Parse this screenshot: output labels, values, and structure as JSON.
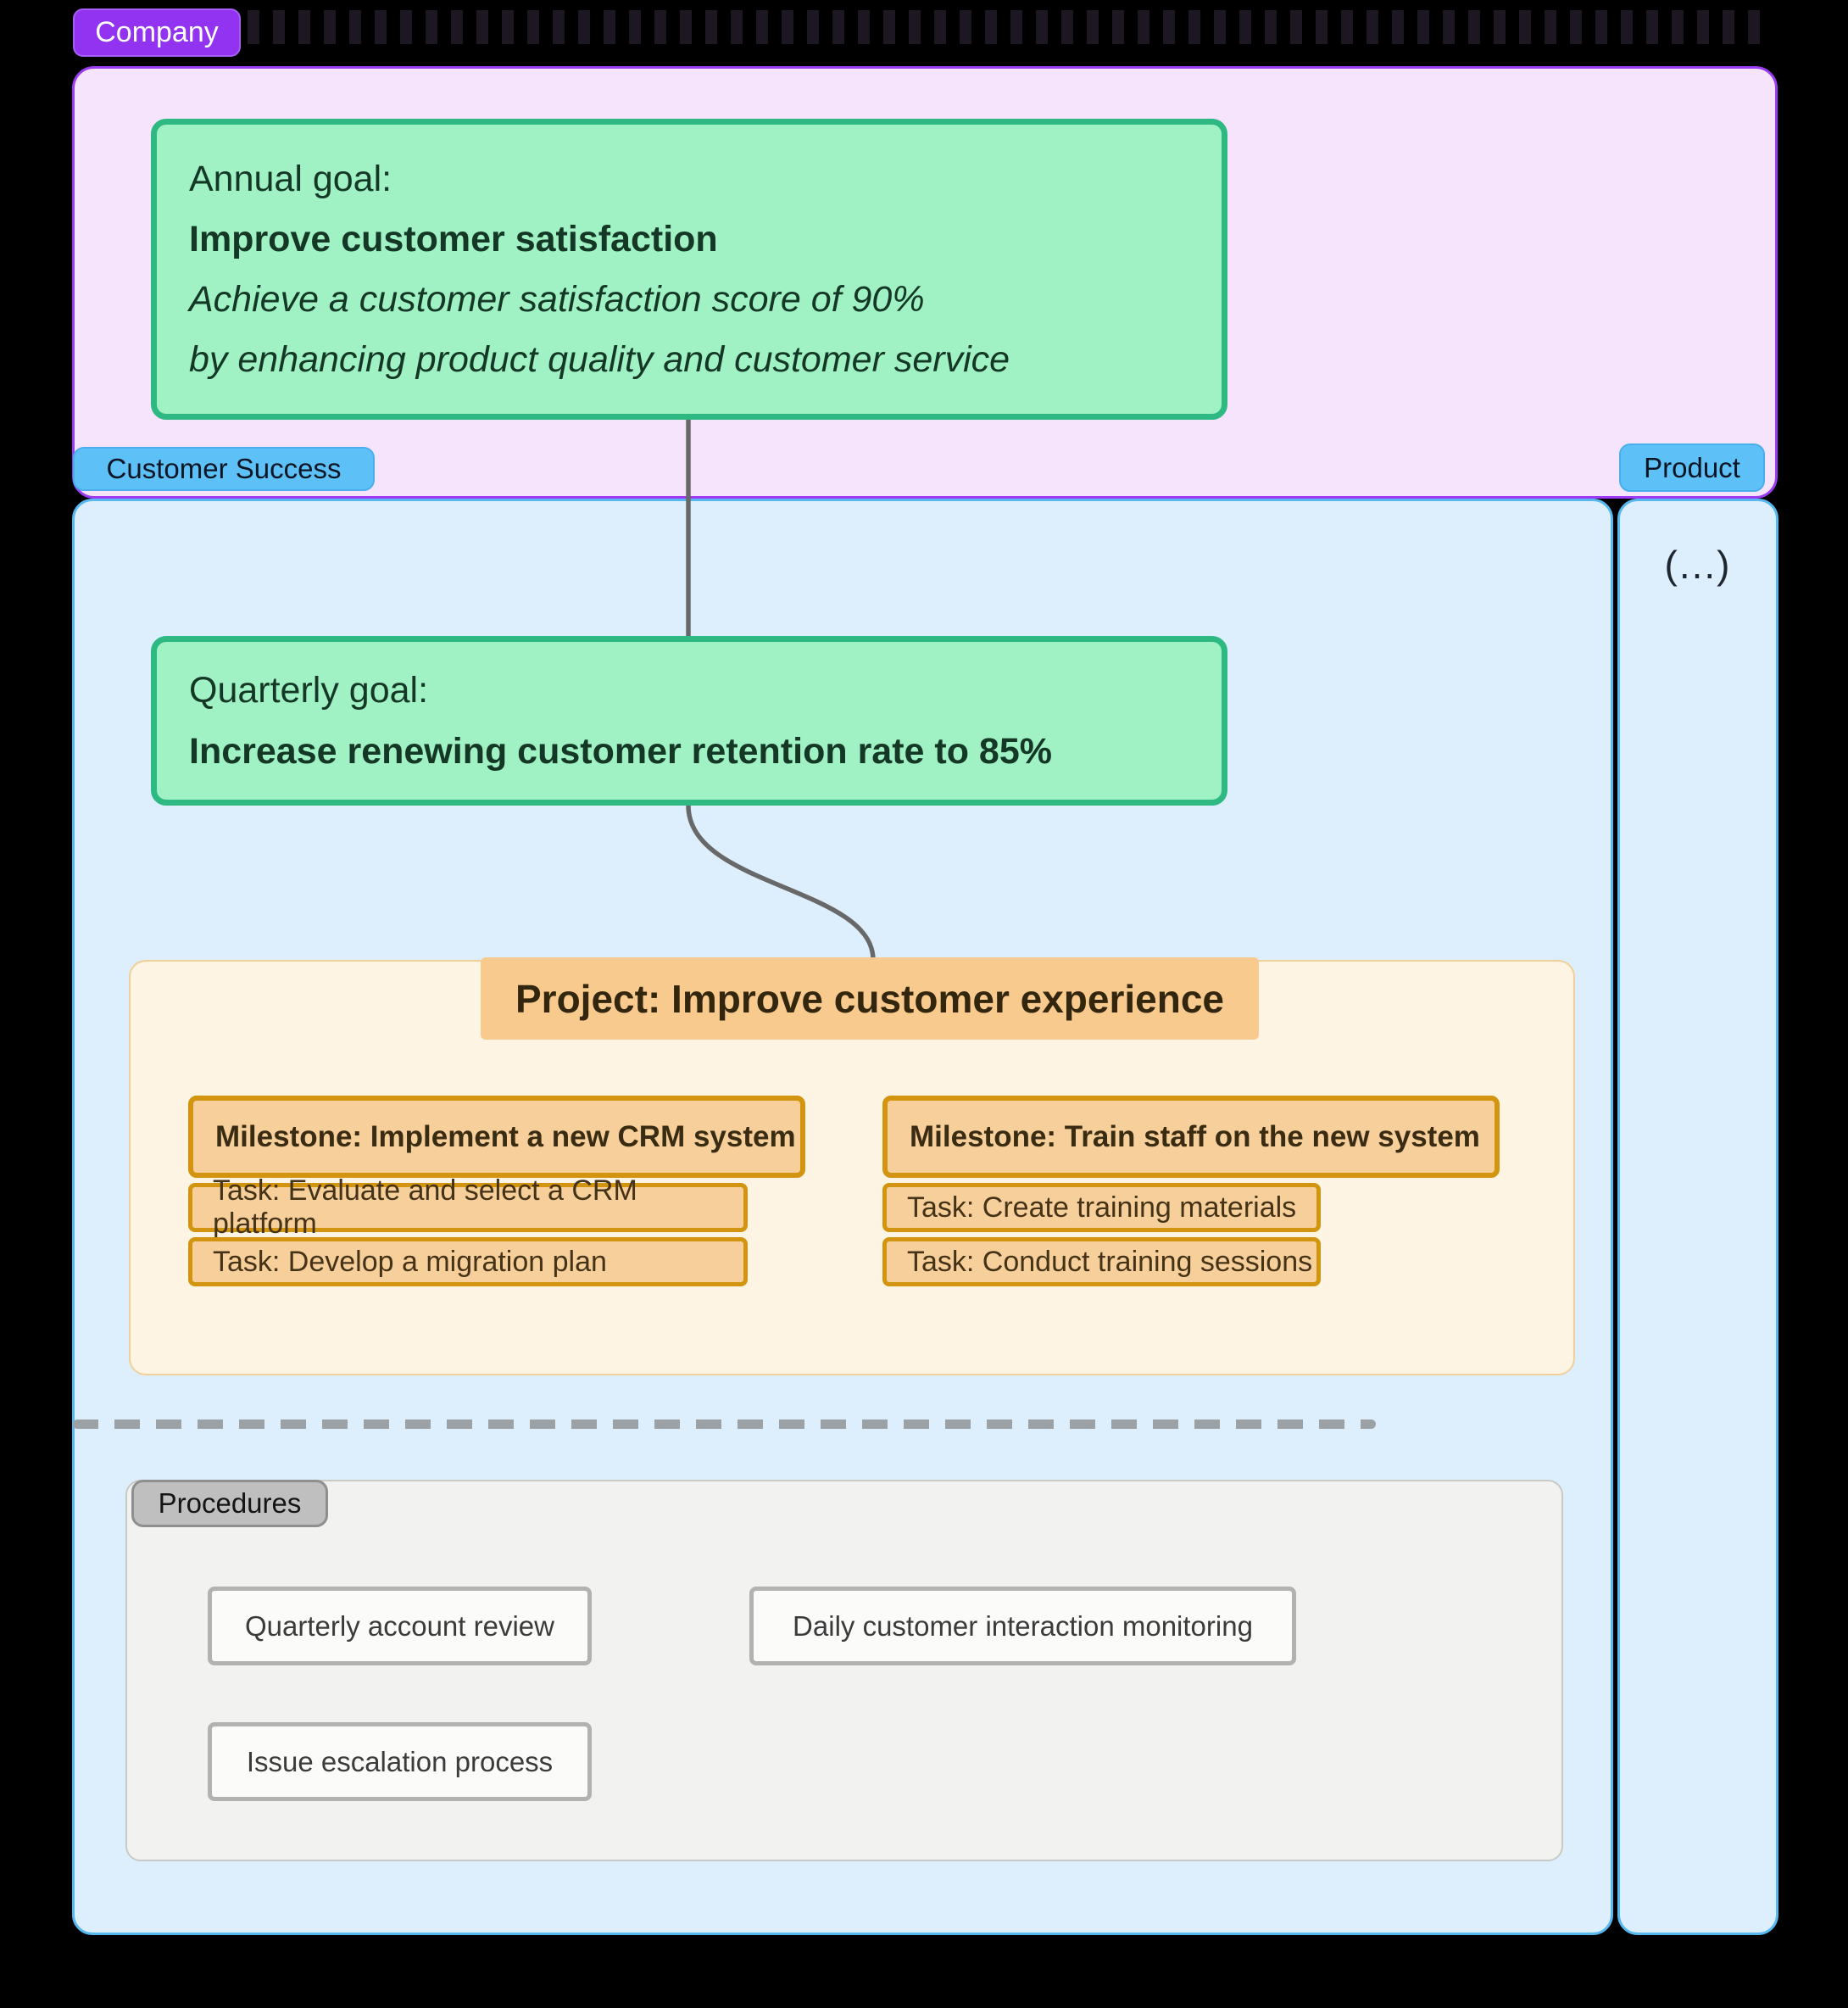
{
  "company": {
    "label": "Company"
  },
  "annual_goal": {
    "label": "Annual goal:",
    "title": "Improve customer satisfaction",
    "description_line1": "Achieve a customer satisfaction score of 90%",
    "description_line2": "by enhancing product quality and customer service"
  },
  "teams": {
    "customer_success": {
      "label": "Customer Success"
    },
    "product": {
      "label": "Product",
      "collapsed_text": "(...)"
    }
  },
  "quarterly_goal": {
    "label": "Quarterly goal:",
    "title": "Increase renewing customer retention rate to 85%"
  },
  "project": {
    "title": "Project: Improve customer experience",
    "milestones": [
      {
        "title": "Milestone: Implement a new CRM system",
        "tasks": [
          "Task: Evaluate and select a CRM platform",
          "Task: Develop a migration plan"
        ]
      },
      {
        "title": "Milestone: Train staff on the new system",
        "tasks": [
          "Task: Create training materials",
          "Task: Conduct training sessions"
        ]
      }
    ]
  },
  "procedures": {
    "label": "Procedures",
    "items": [
      "Quarterly account review",
      "Daily customer interaction monitoring",
      "Issue escalation process"
    ]
  },
  "colors": {
    "background": "#000000",
    "company_badge": "#9333f2",
    "org_container_fill": "#f5e4fc",
    "org_container_border": "#9b3cf4",
    "team_badge": "#5dc1f8",
    "team_container_fill": "#ddeffc",
    "team_container_border": "#57b8f0",
    "goal_fill": "#a0f2c5",
    "goal_border": "#2eb983",
    "project_fill": "#fdf4e4",
    "project_title_fill": "#f8ca8d",
    "milestone_fill": "#f7cf9a",
    "milestone_border": "#d3940f",
    "procedures_fill": "#f2f2f0",
    "connector": "#686868"
  }
}
